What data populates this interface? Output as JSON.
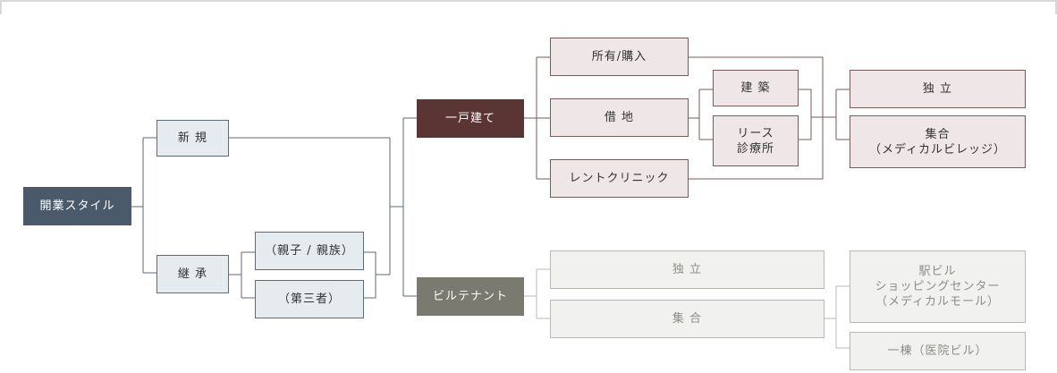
{
  "root": "開業スタイル",
  "branches": {
    "new": "新 規",
    "succession": "継 承",
    "succession_sub": [
      "（親子 / 親族）",
      "（第三者）"
    ]
  },
  "types": {
    "detached": "一戸建て",
    "tenant": "ビルテナント"
  },
  "detached_options": {
    "owned": "所有/購入",
    "leased_land": "借 地",
    "clinic": "レントクリニック",
    "construction": "建 築",
    "lease": "リース\n診療所"
  },
  "detached_results": {
    "independent": "独 立",
    "complex": "集合\n（メディカルビレッジ）"
  },
  "tenant_options": {
    "independent": "独 立",
    "complex": "集 合"
  },
  "tenant_results": {
    "station": "駅ビル\nショッピングセンター\n（メディカルモール）",
    "building": "一棟（医院ビル）"
  },
  "colors": {
    "root": "#4a5a6a",
    "detached": "#5b3434",
    "tenant": "#7a7a70",
    "line_blue": "#5e6a74",
    "line_maroon": "#7a5a5a",
    "line_gray": "#b9b9b4"
  }
}
